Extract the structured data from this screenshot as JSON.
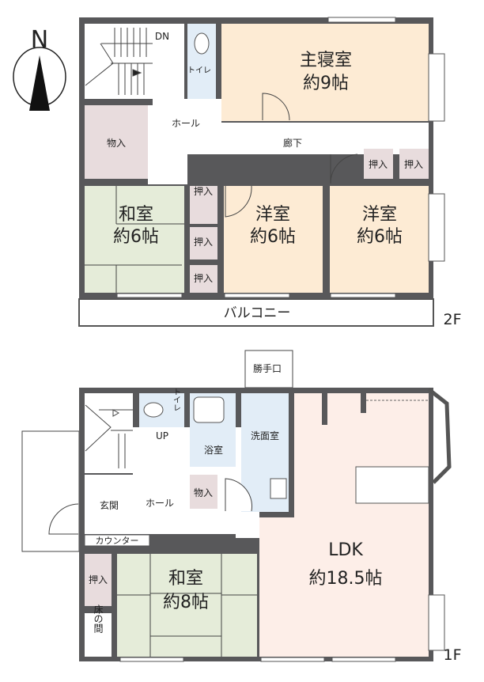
{
  "compass": {
    "label": "N"
  },
  "colors": {
    "wall": "#58585a",
    "western_room": "#fdebd4",
    "tatami": "#e5ecd9",
    "storage": "#e8dcdd",
    "wet_area": "#e2edf7",
    "ldk": "#fdeee8"
  },
  "floor2": {
    "floor_label": "2F",
    "stairs_label": "DN",
    "toilet": "トイレ",
    "master_bedroom": {
      "name": "主寝室",
      "size": "約9帖"
    },
    "storage": "物入",
    "hall": "ホール",
    "corridor": "廊下",
    "closet_1": "押入",
    "closet_2": "押入",
    "japanese_room": {
      "name": "和室",
      "size": "約6帖"
    },
    "closet_3": "押入",
    "closet_4": "押入",
    "closet_5": "押入",
    "western_room_1": {
      "name": "洋室",
      "size": "約6帖"
    },
    "western_room_2": {
      "name": "洋室",
      "size": "約6帖"
    },
    "balcony": "バルコニー"
  },
  "floor1": {
    "floor_label": "1F",
    "back_door": "勝手口",
    "toilet": "トイレ",
    "bath": "浴室",
    "washroom": "洗面室",
    "stairs_label": "UP",
    "storage": "物入",
    "entrance": "玄関",
    "hall": "ホール",
    "counter": "カウンター",
    "closet": "押入",
    "tokonoma": "床の間",
    "japanese_room": {
      "name": "和室",
      "size": "約8帖"
    },
    "ldk": {
      "name": "LDK",
      "size": "約18.5帖"
    }
  }
}
